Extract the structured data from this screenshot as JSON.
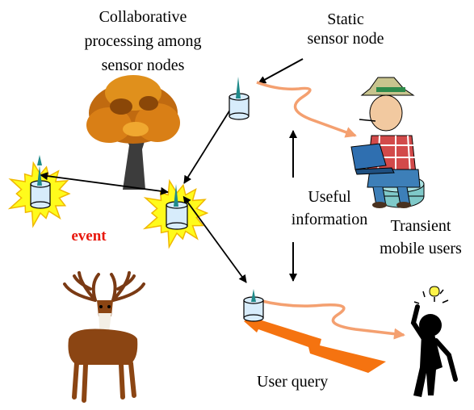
{
  "labels": {
    "collaborative": [
      "Collaborative",
      "processing among",
      "sensor nodes"
    ],
    "static_node": [
      "Static",
      "sensor node"
    ],
    "useful_info": [
      "Useful",
      "information"
    ],
    "transient_users": [
      "Transient",
      "mobile users"
    ],
    "event": "event",
    "user_query": "User query"
  },
  "colors": {
    "flow_arrow": "#f4a070",
    "query_bolt": "#f57310",
    "event_text": "#e8180e",
    "burst_fill": "#fffb1c",
    "sensor_body": "#d7ecfb",
    "sensor_antenna": "#1f8a8a"
  }
}
